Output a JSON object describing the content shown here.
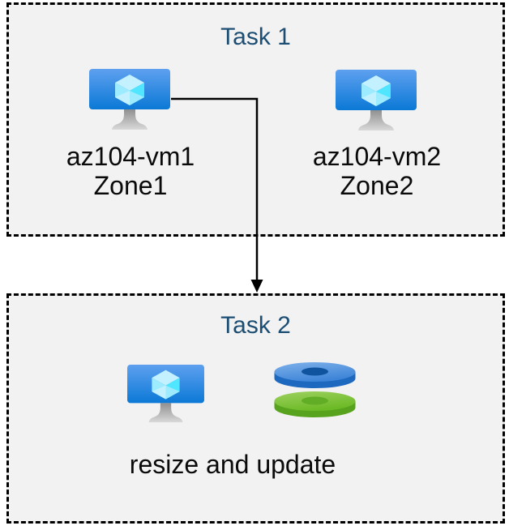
{
  "page": {
    "background": "#ffffff"
  },
  "boxes": {
    "fill": "#f2f2f2",
    "border_color": "#000000",
    "border_style": "dashed"
  },
  "task1": {
    "title": "Task 1",
    "title_color": "#1c4e74",
    "vms": [
      {
        "name": "az104-vm1",
        "zone": "Zone1",
        "icon": "azure-virtual-machine-icon"
      },
      {
        "name": "az104-vm2",
        "zone": "Zone2",
        "icon": "azure-virtual-machine-icon"
      }
    ]
  },
  "connector": {
    "type": "elbow-arrow",
    "from": "az104-vm1",
    "to": "Task 2",
    "color": "#000000"
  },
  "task2": {
    "title": "Task 2",
    "title_color": "#1c4e74",
    "caption": "resize and update",
    "icons": [
      "azure-virtual-machine-icon",
      "azure-disks-icon"
    ]
  },
  "icon_colors": {
    "vm_screen_top": "#5ea0ef",
    "vm_screen_bottom": "#0b79d6",
    "vm_cube_top": "#c3f1ff",
    "vm_cube_left": "#9cebff",
    "vm_cube_right": "#50e6ff",
    "vm_stand_top": "#909090",
    "vm_stand_bottom": "#d9d9d9",
    "disk_blue_top": "#4187d9",
    "disk_blue_side": "#1d69c0",
    "disk_blue_hole": "#10539f",
    "disk_green_top": "#74c02c",
    "disk_green_side": "#57a31d",
    "disk_green_hole": "#61ad25"
  }
}
